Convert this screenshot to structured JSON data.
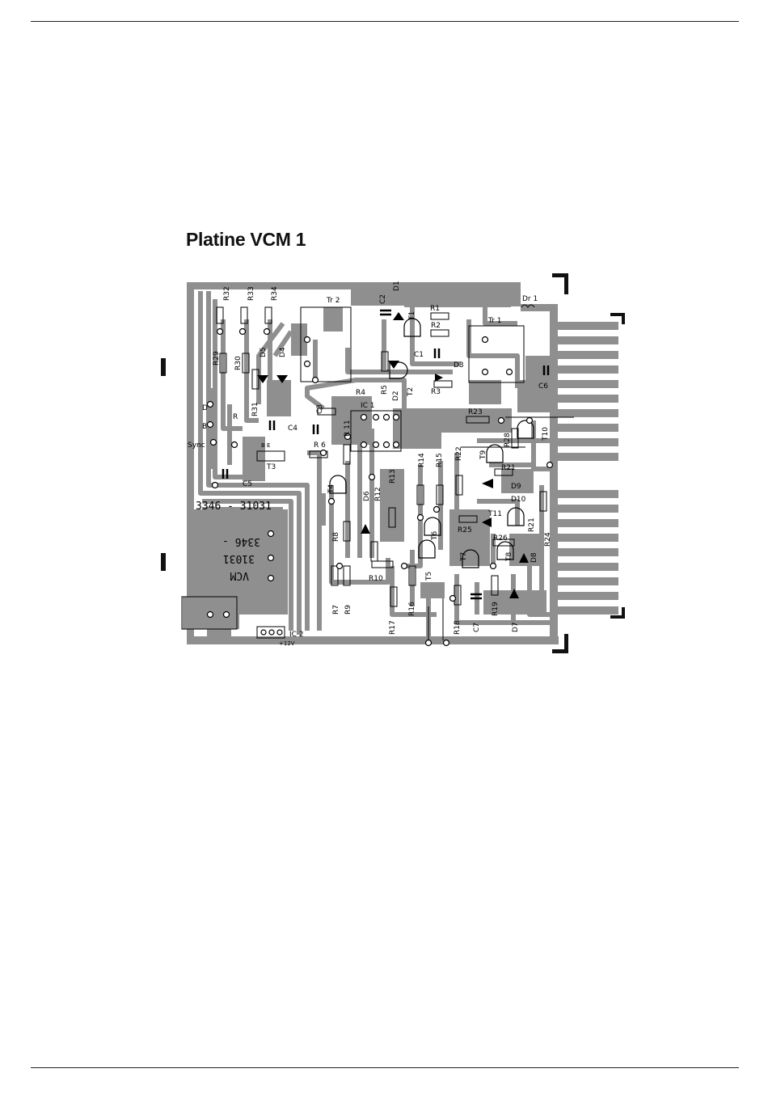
{
  "page": {
    "title": "Platine VCM 1"
  },
  "board": {
    "engraved_id": "3346 - 31031",
    "mirrored_text": [
      "3346 -",
      "31031",
      "VCM"
    ],
    "connector_label": "IC 2",
    "supply_label": "+12V",
    "pin_labels": [
      "D",
      "B",
      "R",
      "Sync"
    ],
    "t3_pins": "B E",
    "components": {
      "R1": "R1",
      "R2": "R2",
      "R3": "R3",
      "R4": "R4",
      "R5": "R5",
      "R6": "R 6",
      "R7": "R7",
      "R8": "R8",
      "R9": "R9",
      "R10": "R10",
      "R11": "R 11",
      "R12": "R12",
      "R13": "R13",
      "R14": "R14",
      "R15": "R15",
      "R16": "R16",
      "R17": "R17",
      "R18": "R18",
      "R19": "R19",
      "R21a": "R21",
      "R21b": "R21",
      "R22": "R22",
      "R23": "R23",
      "R24": "R24",
      "R25": "R25",
      "R26": "R26",
      "R28": "R28",
      "R29": "R29",
      "R30": "R30",
      "R31": "R31",
      "R32": "R32",
      "R33": "R33",
      "R34": "R34",
      "C1": "C1",
      "C2": "C2",
      "C3": "C3",
      "C4": "C4",
      "C5": "C5",
      "C6": "C6",
      "C7": "C7",
      "D1": "D1",
      "D2": "D2",
      "D3": "D3",
      "D4": "D4",
      "D5": "D5",
      "D6": "D6",
      "D7": "D7",
      "D8": "D8",
      "D9": "D9",
      "D10": "D10",
      "T1": "T1",
      "T2": "T2",
      "T3": "T3",
      "T4": "T4",
      "T5": "T5",
      "T6": "T6",
      "T7": "T7",
      "T8": "T8",
      "T9": "T9",
      "T10": "T10",
      "T11": "T11",
      "IC1": "IC 1",
      "Tr1": "Tr 1",
      "Tr2": "Tr 2",
      "Dr1": "Dr 1"
    }
  },
  "colors": {
    "copper": "#8f8f8f",
    "substrate": "#ffffff",
    "ink": "#000000"
  }
}
